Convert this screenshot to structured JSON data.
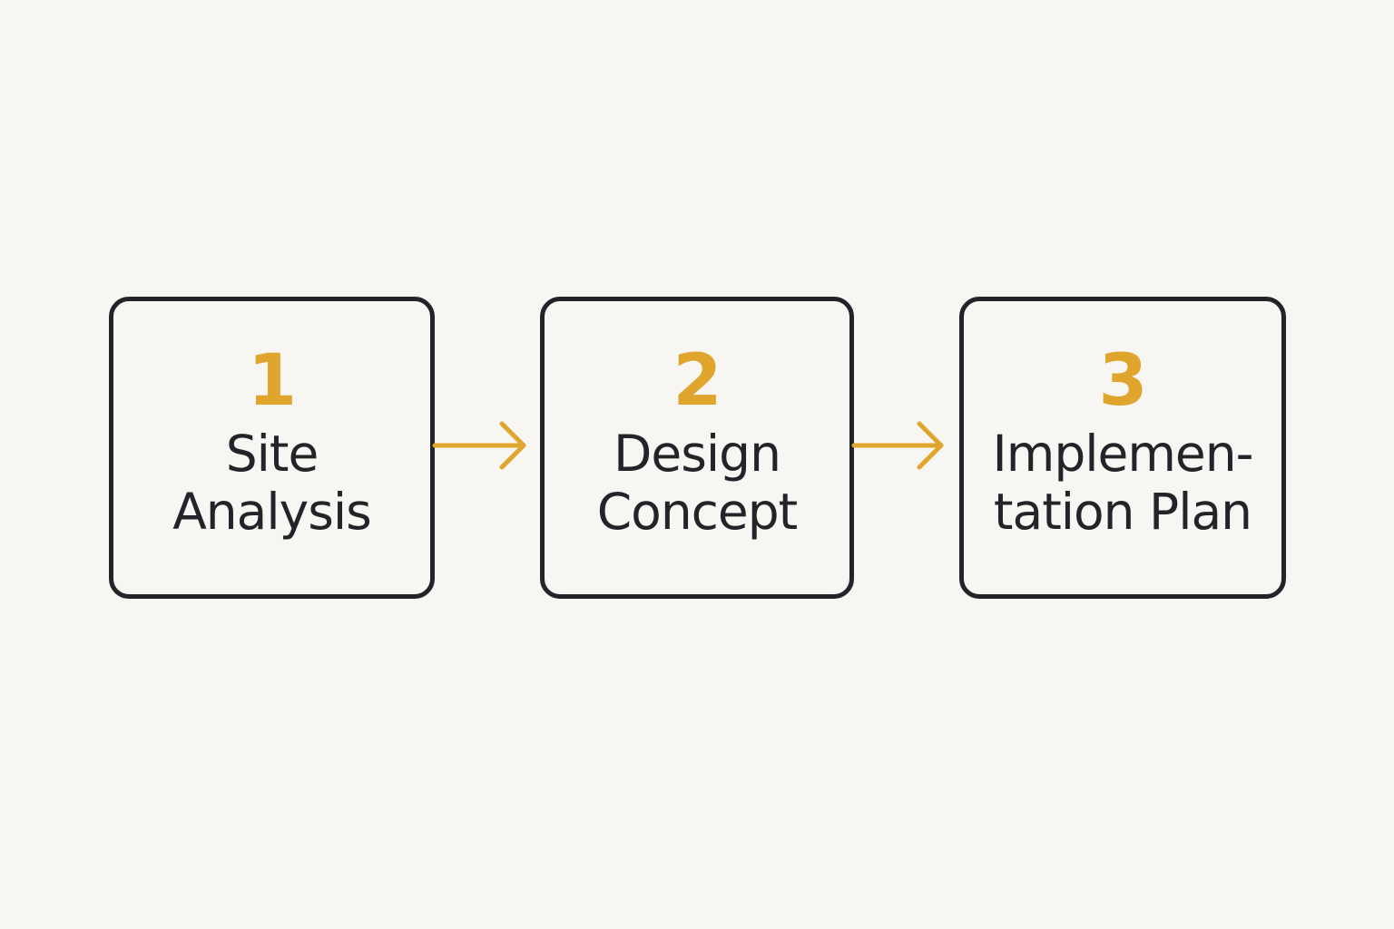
{
  "colors": {
    "accent": "#e0a52c",
    "text": "#22242a",
    "border": "#22242a",
    "background": "#f8f6f2"
  },
  "steps": [
    {
      "number": "1",
      "title_line1": "Site",
      "title_line2": "Analysis"
    },
    {
      "number": "2",
      "title_line1": "Design",
      "title_line2": "Concept"
    },
    {
      "number": "3",
      "title_line1": "Implemen-",
      "title_line2": "tation Plan"
    }
  ],
  "connectors": [
    {
      "icon": "arrow-right-icon"
    },
    {
      "icon": "arrow-right-icon"
    }
  ]
}
